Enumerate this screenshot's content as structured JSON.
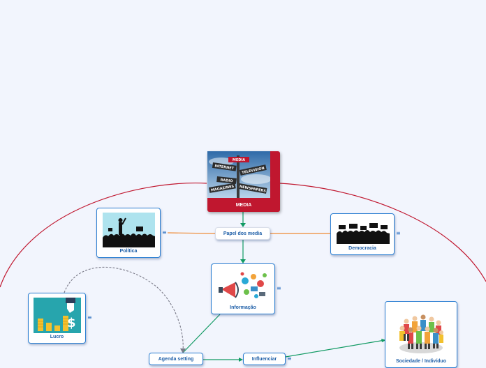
{
  "root": {
    "label": "MEDIA",
    "sign_texts": [
      "MEDIA",
      "INTERNET",
      "TELEVISION",
      "RADIO",
      "MAGAZINES",
      "NEWSPAPERS"
    ]
  },
  "hub": {
    "label": "Papel dos media"
  },
  "nodes": {
    "politica": {
      "label": "Política"
    },
    "democracia": {
      "label": "Democracia"
    },
    "informacao": {
      "label": "Informação"
    },
    "lucro": {
      "label": "Lucro"
    },
    "agenda": {
      "label": "Agenda setting"
    },
    "influenciar": {
      "label": "Influenciar"
    },
    "sociedade": {
      "label": "Sociedade / Indivíduo"
    }
  },
  "note_icon": "≡",
  "colors": {
    "background": "#f2f5fd",
    "root": "#c0172f",
    "node_border": "#2c7fd2",
    "label": "#1e5fa8",
    "green_link": "#119a63",
    "orange_link": "#ee8a33",
    "boundary": "#c0172f",
    "dashed_link": "#7a7a88"
  }
}
